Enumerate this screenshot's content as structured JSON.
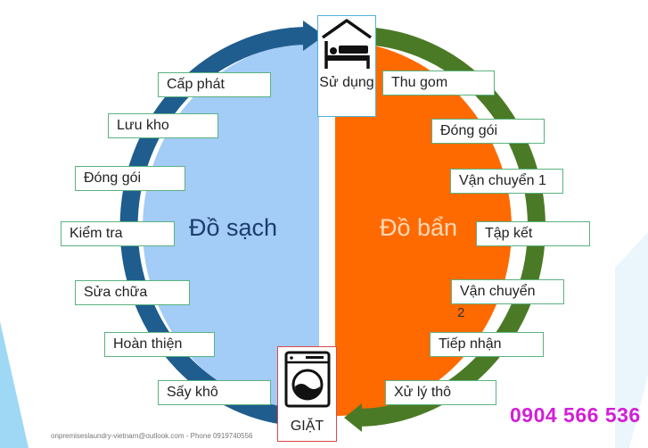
{
  "diagram": {
    "center_left": "Đồ sạch",
    "center_right": "Đồ bẩn",
    "top_node": "Sử dụng",
    "bottom_node": "GIẶT",
    "clean_steps": [
      "Cấp phát",
      "Lưu kho",
      "Đóng gói",
      "Kiểm tra",
      "Sửa chữa",
      "Hoàn thiện",
      "Sấy khô"
    ],
    "dirty_steps": [
      "Thu gom",
      "Đóng gói",
      "Vận chuyển 1",
      "Tập kết",
      "Vận chuyển",
      "Tiếp nhận",
      "Xử lý thô"
    ],
    "dirty_step_extra": "2"
  },
  "icons": {
    "top": "bed-icon",
    "bottom": "washing-machine-icon"
  },
  "footer": "onpremiseslaundry-vietnam@outlook.com - Phone 0919740556",
  "phone": "0904 566 536",
  "colors": {
    "clean_fill": "#a3ccf7",
    "dirty_fill": "#ff6a00",
    "clean_ring": "#1f5d8f",
    "dirty_ring": "#4b7a26",
    "box_border": "#5bb27f",
    "phone": "#d21fd6",
    "accent_triangle": "#8fd0f0"
  }
}
